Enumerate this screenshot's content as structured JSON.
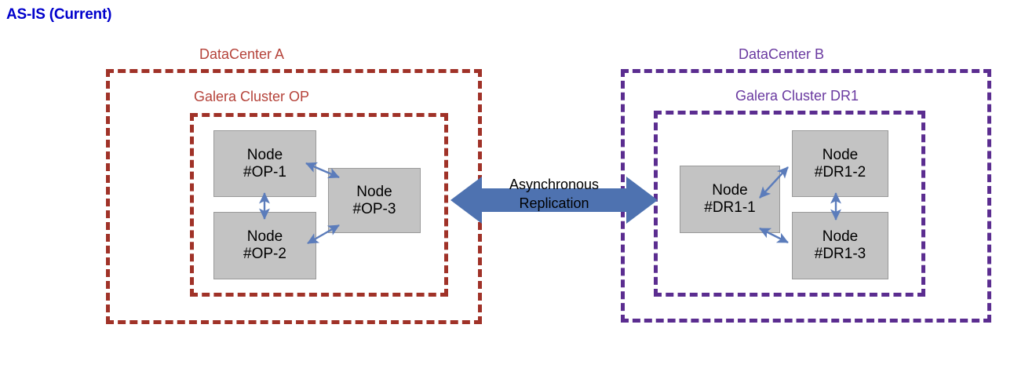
{
  "title": "AS-IS (Current)",
  "colors": {
    "title": "#0000CC",
    "datacenter_a_border": "#A03228",
    "datacenter_a_caption": "#B5433A",
    "datacenter_b_border": "#5B2D90",
    "datacenter_b_caption": "#6A3AA0",
    "node_fill": "#C3C3C3",
    "node_border": "#9A9A9A",
    "replication_arrow": "#4E72B0",
    "node_arrow": "#5B7CBB"
  },
  "datacenters": [
    {
      "name": "DataCenter A",
      "cluster": {
        "name": "Galera Cluster OP",
        "nodes": [
          {
            "line1": "Node",
            "line2": "#OP-1"
          },
          {
            "line1": "Node",
            "line2": "#OP-2"
          },
          {
            "line1": "Node",
            "line2": "#OP-3"
          }
        ]
      }
    },
    {
      "name": "DataCenter B",
      "cluster": {
        "name": "Galera Cluster DR1",
        "nodes": [
          {
            "line1": "Node",
            "line2": "#DR1-1"
          },
          {
            "line1": "Node",
            "line2": "#DR1-2"
          },
          {
            "line1": "Node",
            "line2": "#DR1-3"
          }
        ]
      }
    }
  ],
  "replication": {
    "line1": "Asynchronous",
    "line2": "Replication",
    "direction": "bidirectional"
  },
  "intra_cluster_links": [
    {
      "from": "#OP-1",
      "to": "#OP-3",
      "direction": "bidirectional"
    },
    {
      "from": "#OP-1",
      "to": "#OP-2",
      "direction": "bidirectional"
    },
    {
      "from": "#OP-2",
      "to": "#OP-3",
      "direction": "bidirectional"
    },
    {
      "from": "#DR1-1",
      "to": "#DR1-2",
      "direction": "bidirectional"
    },
    {
      "from": "#DR1-1",
      "to": "#DR1-3",
      "direction": "bidirectional"
    },
    {
      "from": "#DR1-2",
      "to": "#DR1-3",
      "direction": "bidirectional"
    }
  ]
}
